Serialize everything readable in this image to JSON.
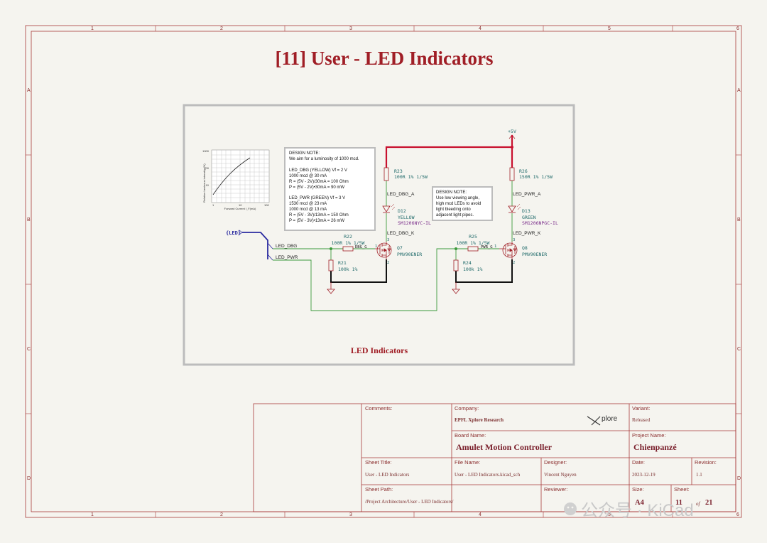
{
  "sheet_title": "[11] User - LED Indicators",
  "frame": {
    "columns": [
      "1",
      "2",
      "3",
      "4",
      "5",
      "6"
    ],
    "rows": [
      "A",
      "B",
      "C",
      "D"
    ]
  },
  "group_label": "LED Indicators",
  "power": {
    "rail": "+5V"
  },
  "hier_label": "{LED}",
  "bus_entries": {
    "dbg": "LED_DBG",
    "pwr": "LED_PWR"
  },
  "components": {
    "r21": {
      "ref": "R21",
      "value": "100k 1%"
    },
    "r22": {
      "ref": "R22",
      "value": "100R 1% 1/5W"
    },
    "r23": {
      "ref": "R23",
      "value": "100R 1% 1/5W"
    },
    "r24": {
      "ref": "R24",
      "value": "100k 1%"
    },
    "r25": {
      "ref": "R25",
      "value": "100R 1% 1/5W"
    },
    "r26": {
      "ref": "R26",
      "value": "150R 1% 1/5W"
    },
    "d12": {
      "ref": "D12",
      "color": "YELLOW",
      "part": "SM1206NYC-IL"
    },
    "d13": {
      "ref": "D13",
      "color": "GREEN",
      "part": "SM1206NPGC-IL"
    },
    "q7": {
      "ref": "Q7",
      "part": "PMV90ENER"
    },
    "q8": {
      "ref": "Q8",
      "part": "PMV90ENER"
    }
  },
  "nets": {
    "led_dbg_a": "LED_DBG_A",
    "led_dbg_k": "LED_DBG_K",
    "led_pwr_a": "LED_PWR_A",
    "led_pwr_k": "LED_PWR_K",
    "dbg_g": "DBG_G",
    "pwr_g": "PWR_G",
    "pin1": "1",
    "pin2": "2",
    "pin3": "3"
  },
  "notes": {
    "note1": [
      "DESIGN NOTE:",
      "We aim for a luminosity of 1000 mcd.",
      "",
      "LED_DBG (YELLOW) Vf = 2 V",
      "1000 mcd @ 30 mA",
      "R = (5V - 2V)/30mA = 100 Ohm",
      "P = (5V - 2V)•30mA = 90 mW",
      "",
      "LED_PWR (GREEN) Vf = 3 V",
      "1530 mcd @ 23 mA",
      "1000 mcd @ 13 mA",
      "R = (5V - 3V)/13mA = 150 Ohm",
      "P = (5V - 3V)•13mA = 26 mW"
    ],
    "note2": [
      "DESIGN NOTE:",
      "Use low viewing angle,",
      "high mcd LEDs to avoid",
      "light bleeding onto",
      "adjacent light pipes."
    ]
  },
  "mini_chart": {
    "ylabel": "Relative luminous intensity (%)",
    "xlabel": "Forward Current I_F(mA)",
    "y_ticks": [
      "1000",
      "100",
      "10"
    ],
    "x_ticks": [
      "1",
      "10",
      "100"
    ]
  },
  "title_block": {
    "comments_label": "Comments:",
    "company_label": "Company:",
    "company": "EPFL Xplore Research",
    "logo_text": "plore",
    "variant_label": "Variant:",
    "variant": "Released",
    "board_label": "Board Name:",
    "board": "Amulet Motion Controller",
    "project_label": "Project Name:",
    "project": "Chienpanzé",
    "sheet_title_label": "Sheet Title:",
    "sheet_title": "User - LED Indicators",
    "file_label": "File Name:",
    "file": "User - LED Indicators.kicad_sch",
    "designer_label": "Designer:",
    "designer": "Vincent Nguyen",
    "date_label": "Date:",
    "date": "2023-12-19",
    "revision_label": "Revision:",
    "revision": "1.1",
    "path_label": "Sheet Path:",
    "path": "/Project Architecture/User - LED Indicators/",
    "reviewer_label": "Reviewer:",
    "size_label": "Size:",
    "size": "A4",
    "sheet_label": "Sheet:",
    "sheet_num": "11",
    "sheet_of": "of",
    "sheet_total": "21"
  },
  "watermark": "公众号 · KiCad",
  "colors": {
    "frame": "#a83a3a",
    "wire": "#3c9a3c",
    "bus": "#2a2aa0",
    "power_wire": "#c8102e",
    "gnd_wire": "#111111",
    "symbol": "#a01e26",
    "group_border": "#bcbcbc",
    "title": "#a01e26"
  }
}
